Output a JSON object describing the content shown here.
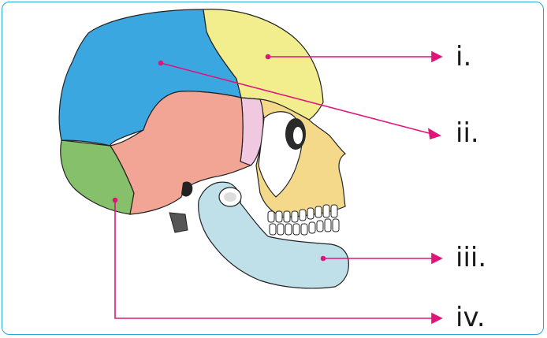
{
  "figure": {
    "labels": [
      {
        "id": "label-1",
        "text": "i."
      },
      {
        "id": "label-2",
        "text": "ii."
      },
      {
        "id": "label-3",
        "text": "iii."
      },
      {
        "id": "label-4",
        "text": "iv."
      }
    ],
    "colors": {
      "frame": "#29a3d8",
      "arrow": "#e0157a",
      "frontal": "#f2ee8e",
      "parietal": "#3aa7e0",
      "temporal": "#f2a594",
      "occipital": "#86c06a",
      "sphenoid": "#f0c8e0",
      "face": "#f5d98a",
      "mandible": "#bfe0e8"
    }
  }
}
